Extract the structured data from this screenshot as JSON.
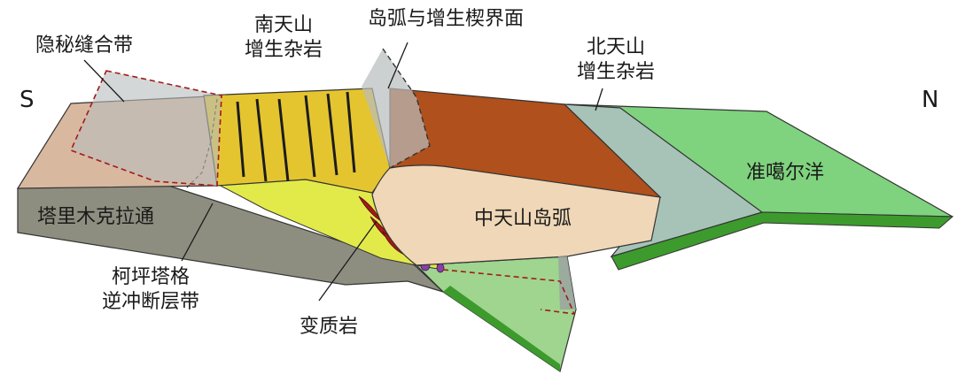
{
  "diagram": {
    "direction_left": "S",
    "direction_right": "N",
    "labels": {
      "hidden_suture": "隐秘缝合带",
      "south_tianshan_line1": "南天山",
      "south_tianshan_line2": "增生杂岩",
      "arc_accretion_interface": "岛弧与增生楔界面",
      "north_tianshan_line1": "北天山",
      "north_tianshan_line2": "增生杂岩",
      "tarim_craton": "塔里木克拉通",
      "junggar_ocean": "准噶尔洋",
      "central_tianshan_arc": "中天山岛弧",
      "kepingtag_line1": "柯坪塔格",
      "kepingtag_line2": "逆冲断层带",
      "metamorphic_rock": "变质岩"
    },
    "colors": {
      "tarim_top": "#d9b8a0",
      "tarim_side": "#8e8e80",
      "south_accretion": "#e5c52f",
      "metamorphic_zone": "#e2ea4a",
      "arc_top": "#b0501c",
      "arc_body": "#efd7b7",
      "north_accretion": "#a7c3b7",
      "ocean": "#7fd27e",
      "ocean_edge": "#3c9b2c",
      "slab": "#9fd58f",
      "suture_line": "#a31a1a"
    }
  }
}
